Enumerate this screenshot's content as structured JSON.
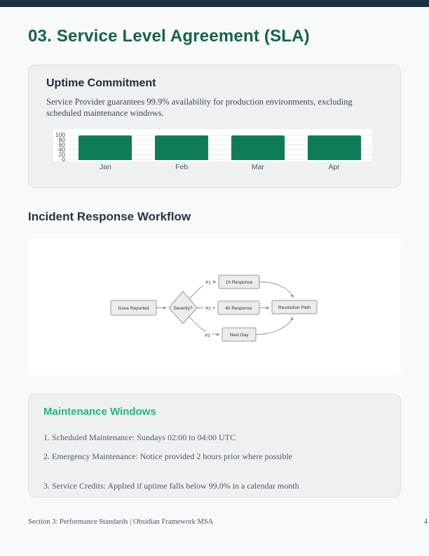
{
  "colors": {
    "topbar": "#17333f",
    "title_green": "#156349",
    "navy": "#1d2b3a",
    "bar_green": "#0e7c57",
    "emerald": "#1eb97d"
  },
  "page": {
    "title": "03. Service Level Agreement (SLA)",
    "footer_left": "Section 3: Performance Standards | Obsidian Framework MSA",
    "page_number": "4"
  },
  "uptime_card": {
    "title": "Uptime Commitment",
    "body": "Service Provider guarantees 99.9% availability for production environments, excluding scheduled maintenance windows."
  },
  "chart_data": {
    "type": "bar",
    "title": "",
    "categories": [
      "Jan",
      "Feb",
      "Mar",
      "Apr"
    ],
    "values": [
      99.9,
      99.9,
      99.9,
      99.9
    ],
    "xlabel": "",
    "ylabel": "",
    "ylim": [
      0,
      100
    ],
    "yticks": [
      0,
      20,
      40,
      60,
      80,
      100
    ],
    "grid": "horizontal light gray",
    "legend": "none",
    "bar_color": "#0e7c57"
  },
  "workflow": {
    "heading": "Incident Response Workflow",
    "start_node": "Issue Reported",
    "decision_node": "Severity?",
    "branch1_label": "P1",
    "branch1_node": "1h Response",
    "branch2_label": "P2",
    "branch2_node": "4h Response",
    "branch3_label": "P3",
    "branch3_node": "Next Day",
    "end_node": "Resolution Path"
  },
  "maintenance_card": {
    "title": "Maintenance Windows",
    "items": [
      "1. Scheduled Maintenance: Sundays 02:00 to 04:00 UTC",
      "2. Emergency Maintenance: Notice provided 2 hours prior where possible",
      "3. Service Credits: Applied if uptime falls below 99.0% in a calendar month"
    ]
  }
}
